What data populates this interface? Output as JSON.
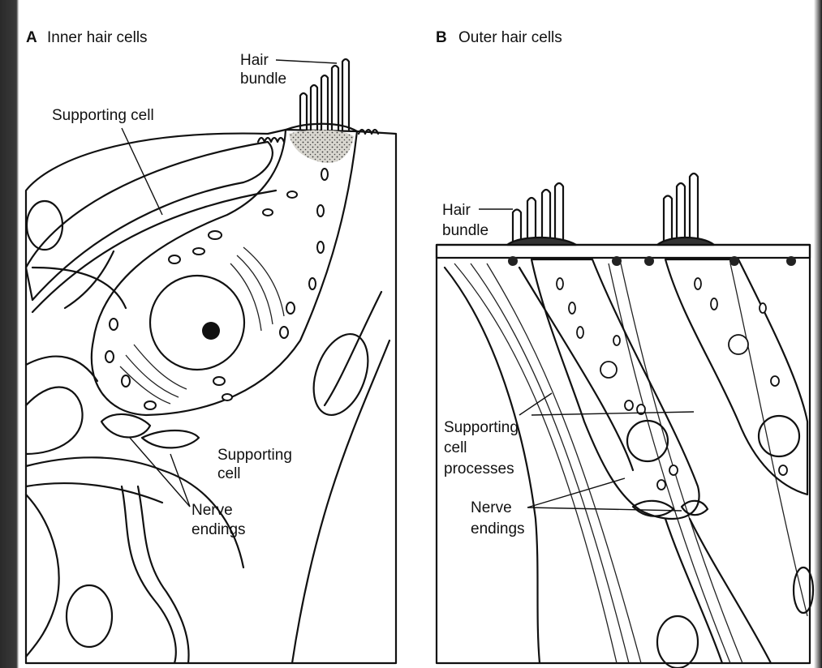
{
  "panel_a": {
    "letter": "A",
    "title": "Inner hair cells",
    "labels": {
      "hair_bundle_1": "Hair",
      "hair_bundle_2": "bundle",
      "supporting_cell_top": "Supporting cell",
      "supporting_cell_2a": "Supporting",
      "supporting_cell_2b": "cell",
      "nerve_endings_1": "Nerve",
      "nerve_endings_2": "endings"
    }
  },
  "panel_b": {
    "letter": "B",
    "title": "Outer hair cells",
    "labels": {
      "hair_bundle_1": "Hair",
      "hair_bundle_2": "bundle",
      "supporting_processes_1": "Supporting",
      "supporting_processes_2": "cell",
      "supporting_processes_3": "processes",
      "nerve_endings_1": "Nerve",
      "nerve_endings_2": "endings"
    }
  },
  "colors": {
    "ink": "#111111",
    "stipple": "#555555",
    "paper": "#fbfbf8"
  }
}
